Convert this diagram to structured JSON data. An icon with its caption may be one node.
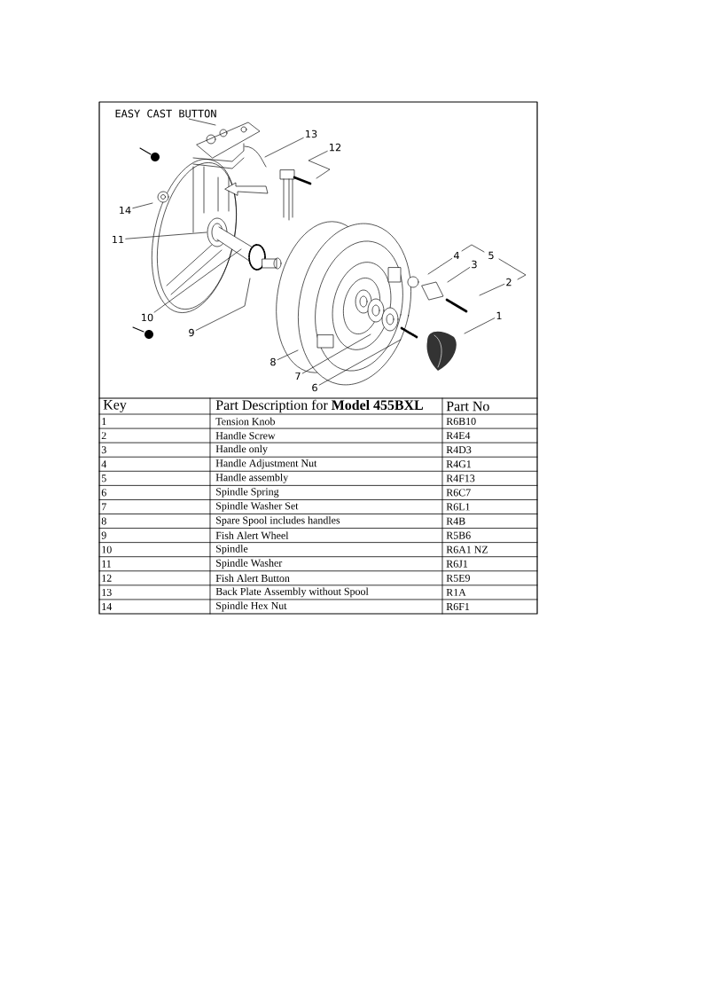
{
  "diagram": {
    "nodes": [
      {
        "text": [
          "EASY CAST BUTTON"
        ]
      },
      {
        "text": [
          "13"
        ]
      },
      {
        "text": [
          "12"
        ]
      },
      {
        "text": [
          "14"
        ]
      },
      {
        "text": [
          "11"
        ]
      },
      {
        "text": [
          "10"
        ]
      },
      {
        "text": [
          "9"
        ]
      },
      {
        "text": [
          "8"
        ]
      },
      {
        "text": [
          "7"
        ]
      },
      {
        "text": [
          "6"
        ]
      },
      {
        "text": [
          "4"
        ]
      },
      {
        "text": [
          "3"
        ]
      },
      {
        "text": [
          "5"
        ]
      },
      {
        "text": [
          "2"
        ]
      },
      {
        "text": [
          "1"
        ]
      }
    ],
    "edges": [
      {
        "from": 0,
        "to": null,
        "arrow": "none"
      },
      {
        "from": 1,
        "to": null,
        "arrow": "none"
      },
      {
        "from": 2,
        "to": null,
        "arrow": "none"
      },
      {
        "from": 3,
        "to": null,
        "arrow": "none"
      },
      {
        "from": 4,
        "to": null,
        "arrow": "none"
      },
      {
        "from": 5,
        "to": null,
        "arrow": "none"
      },
      {
        "from": 6,
        "to": null,
        "arrow": "none"
      },
      {
        "from": 7,
        "to": null,
        "arrow": "none"
      },
      {
        "from": 8,
        "to": null,
        "arrow": "none"
      },
      {
        "from": 9,
        "to": null,
        "arrow": "none"
      },
      {
        "from": 10,
        "to": null,
        "arrow": "none"
      },
      {
        "from": 11,
        "to": null,
        "arrow": "none"
      },
      {
        "from": 13,
        "to": null,
        "arrow": "none"
      },
      {
        "from": 14,
        "to": null,
        "arrow": "none"
      }
    ],
    "labels": [
      "Key",
      "Part Description for **Model 455BXL**",
      "Part No",
      "1",
      "Tension Knob",
      "R6B10",
      "2",
      "Handle Screw",
      "R4E4",
      "3",
      "Handle only",
      "R4D3",
      "4",
      "Handle Adjustment Nut",
      "R4G1",
      "5",
      "Handle assembly",
      "R4F13",
      "6",
      "Spindle Spring",
      "R6C7",
      "7",
      "Spindle Washer Set",
      "R6L1",
      "8",
      "Spare Spool includes handles",
      "R4B",
      "9",
      "Fish Alert Wheel",
      "R5B6",
      "10",
      "Spindle",
      "R6A1 NZ",
      "11",
      "Spindle Washer",
      "R6J1",
      "12",
      "Fish Alert Button",
      "R5E9",
      "13",
      "Back Plate Assembly without Spool",
      "R1A",
      "14",
      "Spindle Hex Nut",
      "R6F1"
    ]
  }
}
